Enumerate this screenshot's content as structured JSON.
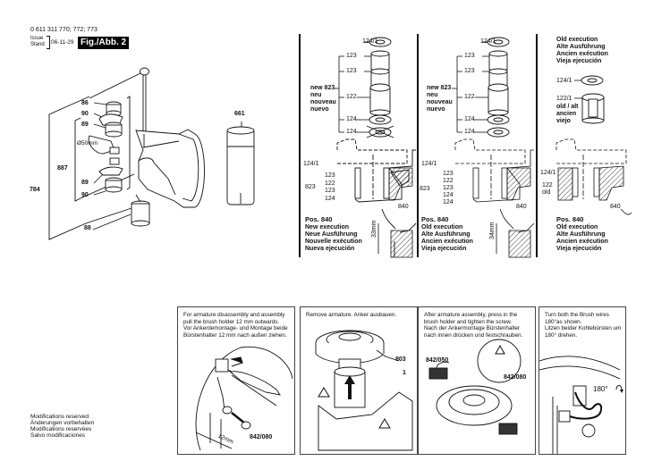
{
  "header": {
    "part_numbers": "0 611 311 770; 772; 773",
    "issue_label": "Issue",
    "stand_label": "Stand",
    "date": "06-11-29",
    "figure_label": "Fig./Abb. 2"
  },
  "left_assembly": {
    "labels": {
      "p86": "86",
      "p90a": "90",
      "p89a": "89",
      "diameter": "Ø50mm",
      "p887": "887",
      "p784": "784",
      "p89b": "89",
      "p90b": "90",
      "p88": "88"
    }
  },
  "cartridge": {
    "label": "661"
  },
  "panel_new": {
    "new_label_lines": [
      "new 823",
      "neu",
      "nouveau",
      "nuevo"
    ],
    "parts": [
      "124/1",
      "123",
      "123",
      "122",
      "124",
      "124"
    ],
    "section_labels": [
      "124/1",
      "123",
      "122",
      "123",
      "124",
      "823",
      "840"
    ],
    "dimension": "33mm",
    "pos_title": "Pos. 840",
    "pos_lines": [
      "New execution",
      "Neue Ausführung",
      "Nouvelle exécution",
      "Nueva ejecución"
    ]
  },
  "panel_new_old840": {
    "new_label_lines": [
      "new 823",
      "neu",
      "nouveau",
      "nuevo"
    ],
    "parts": [
      "124/1",
      "123",
      "123",
      "122",
      "124",
      "124"
    ],
    "section_labels": [
      "124/1",
      "123",
      "122",
      "123",
      "124",
      "124",
      "823",
      "840"
    ],
    "dimension": "34mm",
    "pos_title": "Pos. 840",
    "pos_lines": [
      "Old execution",
      "Alte Ausführung",
      "Ancien exécution",
      "Vieja ejecución"
    ]
  },
  "panel_old": {
    "title_lines": [
      "Old execution",
      "Alte Ausführung",
      "Ancien exécution",
      "Vieja ejecución"
    ],
    "parts": [
      "124/1",
      "122/1"
    ],
    "old_label_lines": [
      "old / alt",
      "ancien",
      "viejo"
    ],
    "section_labels": [
      "124/1",
      "122",
      "old",
      "840"
    ],
    "pos_title": "Pos. 840",
    "pos_lines": [
      "Old execution",
      "Alte Ausführung",
      "Ancien exécution",
      "Vieja ejecución"
    ]
  },
  "instructions": [
    {
      "lines": [
        "For armature disassembly and assembly",
        "pull the brush holder 12 mm outwards.",
        "Vor Ankerdemontage- und Montage beide",
        "Bürstenhalter 12 mm nach außen ziehen."
      ],
      "labels": [
        "12mm",
        "842/080"
      ]
    },
    {
      "lines": [
        "Remove armature.  Anker ausbauen."
      ],
      "labels": [
        "803",
        "1"
      ]
    },
    {
      "lines": [
        "After armature assembly, press in the",
        "brush holder and tighten the screw.",
        "Nach der Ankermontage Bürstenhalter",
        "nach innen drücken und festschrauben."
      ],
      "labels": [
        "842/050",
        "842/080"
      ]
    },
    {
      "lines": [
        "Turn both the Brush wires",
        "180°as shown.",
        "Litzen beider Kohlebürsten um",
        "180° drehen."
      ],
      "labels": [
        "180°"
      ]
    }
  ],
  "footer": {
    "lines": [
      "Modifications reserved",
      "Änderungen vorbehalten",
      "Modifications reservées",
      "Salvo modificaciones"
    ]
  }
}
